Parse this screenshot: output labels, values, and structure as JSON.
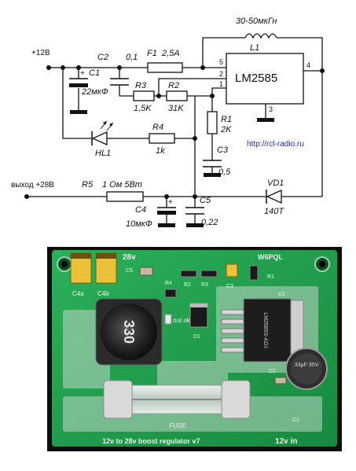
{
  "schematic": {
    "supply_label": "+12В",
    "output_label": "выход +28В",
    "url": "http://rcl-radio.ru",
    "ic": {
      "name": "LM2585",
      "pins": [
        "5",
        "2",
        "1",
        "4",
        "3"
      ]
    },
    "components": {
      "c1": {
        "ref": "C1",
        "value": "22мкФ",
        "polarity": "+"
      },
      "c2": {
        "ref": "C2",
        "value": "0,1"
      },
      "c3": {
        "ref": "C3",
        "value": "0,5"
      },
      "c4": {
        "ref": "C4",
        "value": "10мкФ",
        "polarity": "+"
      },
      "c5": {
        "ref": "C5",
        "value": "0,22"
      },
      "f1": {
        "ref": "F1",
        "value": "2,5А"
      },
      "l1": {
        "ref": "L1",
        "value": "30-50мкГн"
      },
      "r1": {
        "ref": "R1",
        "value": "2K"
      },
      "r2": {
        "ref": "R2",
        "value": "31K"
      },
      "r3": {
        "ref": "R3",
        "value": "1,5K"
      },
      "r4": {
        "ref": "R4",
        "value": "1k"
      },
      "r5": {
        "ref": "R5",
        "value": "1 Ом 5Вт"
      },
      "hl1": {
        "ref": "HL1"
      },
      "vd1": {
        "ref": "VD1",
        "value": "140Т"
      }
    }
  },
  "board": {
    "title": "12v to 28v boost regulator v7",
    "output_mark": "28v",
    "input_mark": "12v in",
    "author_mark": "W6PQL",
    "inductor_code": "330",
    "fuse_mark": "FUSE",
    "led_mark": "out ok",
    "ic_mark": "LM2585S-ADJ",
    "cap_mark": "33μF 35V",
    "silk": [
      "C4a",
      "C4b",
      "C5",
      "R4",
      "R2",
      "R3",
      "C3",
      "R1",
      "U1",
      "C1",
      "C2",
      "D1"
    ],
    "colors": {
      "pcb": "#1f9a4a",
      "pcb_dark": "#137a37",
      "copper": "#c9d8cf",
      "tantalum": "#e9c23a"
    }
  }
}
